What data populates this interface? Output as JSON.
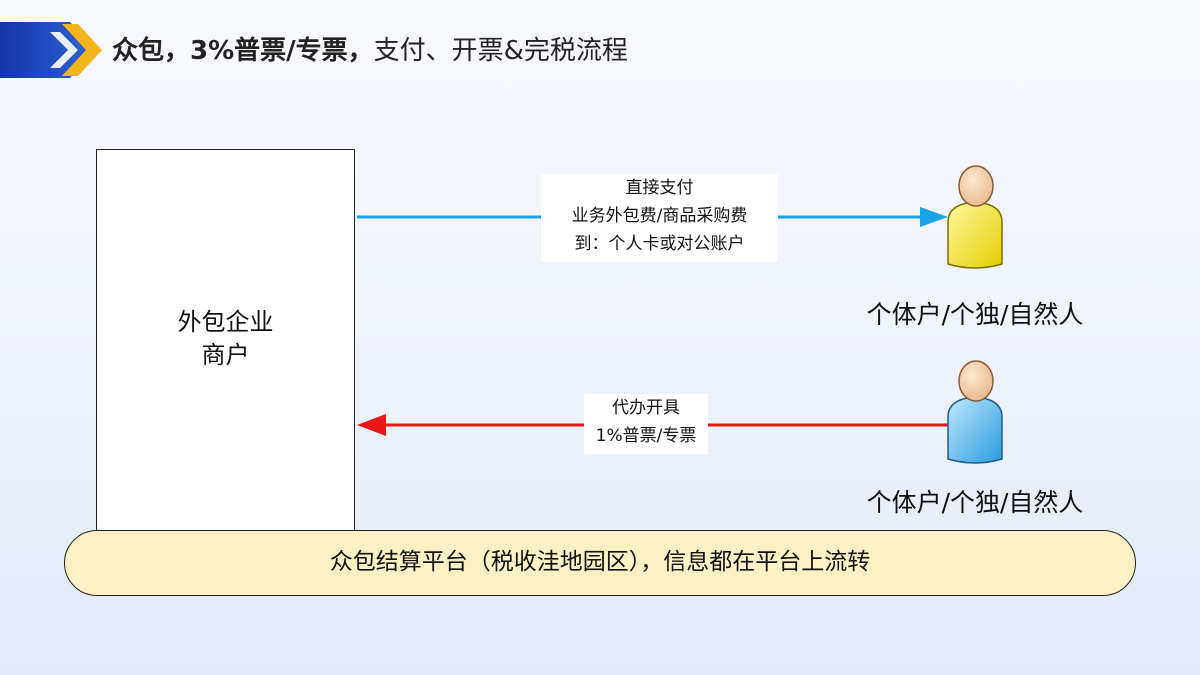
{
  "header": {
    "title_bold": "众包，3%普票/专票，",
    "title_rest": "支付、开票&完税流程"
  },
  "enterprise": {
    "line1": "外包企业",
    "line2": "商户"
  },
  "payment_flow": {
    "line1": "直接支付",
    "line2": "业务外包费/商品采购费",
    "line3": "到：个人卡或对公账户",
    "color": "#1aa3e8"
  },
  "invoice_flow": {
    "line1": "代办开具",
    "line2": "1%普票/专票",
    "color": "#e81818"
  },
  "persons": [
    {
      "label": "个体户/个独/自然人",
      "shirt_color": "#f5e31a"
    },
    {
      "label": "个体户/个独/自然人",
      "shirt_color": "#42b4ec"
    }
  ],
  "platform": {
    "label": "众包结算平台（税收洼地园区），信息都在平台上流转",
    "fill": "#fcf0c4"
  },
  "brand_colors": {
    "blue": "#1a3fae",
    "gold": "#f3b51a"
  }
}
